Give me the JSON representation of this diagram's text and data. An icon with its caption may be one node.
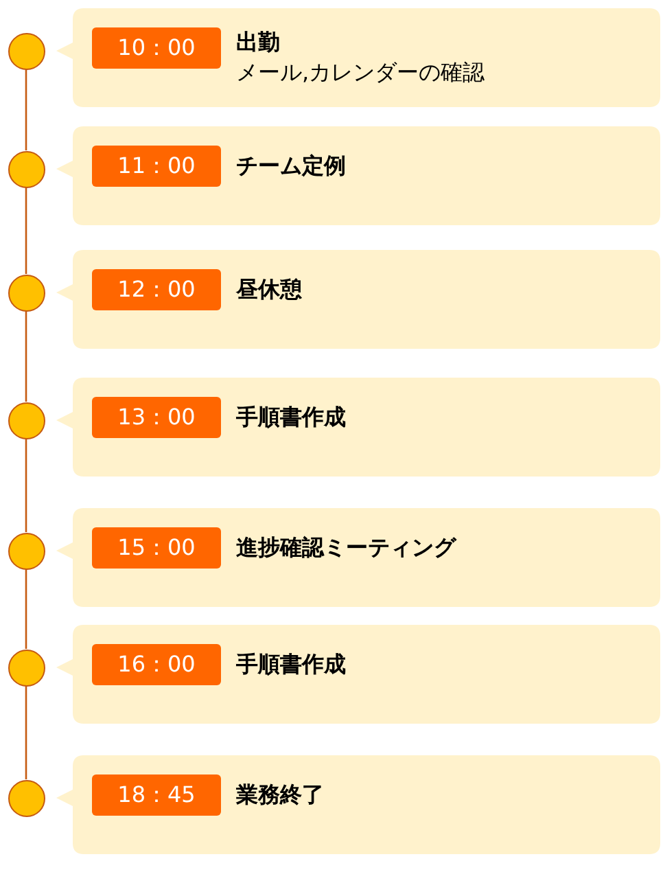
{
  "diagram": {
    "nodes": [
      {
        "text": [],
        "shape": "circle"
      },
      {
        "text": [
          "出勤",
          "メール,カレンダーの確認"
        ]
      },
      {
        "text": [
          "10：00"
        ],
        "in": 1
      },
      {
        "text": [],
        "shape": "circle"
      },
      {
        "text": [
          "チーム定例"
        ]
      },
      {
        "text": [
          "11：00"
        ],
        "in": 4
      },
      {
        "text": [],
        "shape": "circle"
      },
      {
        "text": [
          "昼休憩"
        ]
      },
      {
        "text": [
          "12：00"
        ],
        "in": 7
      },
      {
        "text": [],
        "shape": "circle"
      },
      {
        "text": [
          "手順書作成"
        ]
      },
      {
        "text": [
          "13：00"
        ],
        "in": 10
      },
      {
        "text": [],
        "shape": "circle"
      },
      {
        "text": [
          "進捗確認ミーティング"
        ]
      },
      {
        "text": [
          "15：00"
        ],
        "in": 13
      },
      {
        "text": [],
        "shape": "circle"
      },
      {
        "text": [
          "手順書作成"
        ]
      },
      {
        "text": [
          "16：00"
        ],
        "in": 16
      },
      {
        "text": [],
        "shape": "circle"
      },
      {
        "text": [
          "業務終了"
        ]
      },
      {
        "text": [
          "18：45"
        ],
        "in": 19
      }
    ],
    "edges": [
      {
        "from": 0,
        "to": 3,
        "arrow": "none"
      },
      {
        "from": 3,
        "to": 6,
        "arrow": "none"
      },
      {
        "from": 6,
        "to": 9,
        "arrow": "none"
      },
      {
        "from": 9,
        "to": 12,
        "arrow": "none"
      },
      {
        "from": 12,
        "to": 15,
        "arrow": "none"
      },
      {
        "from": 15,
        "to": 18,
        "arrow": "none"
      }
    ]
  }
}
